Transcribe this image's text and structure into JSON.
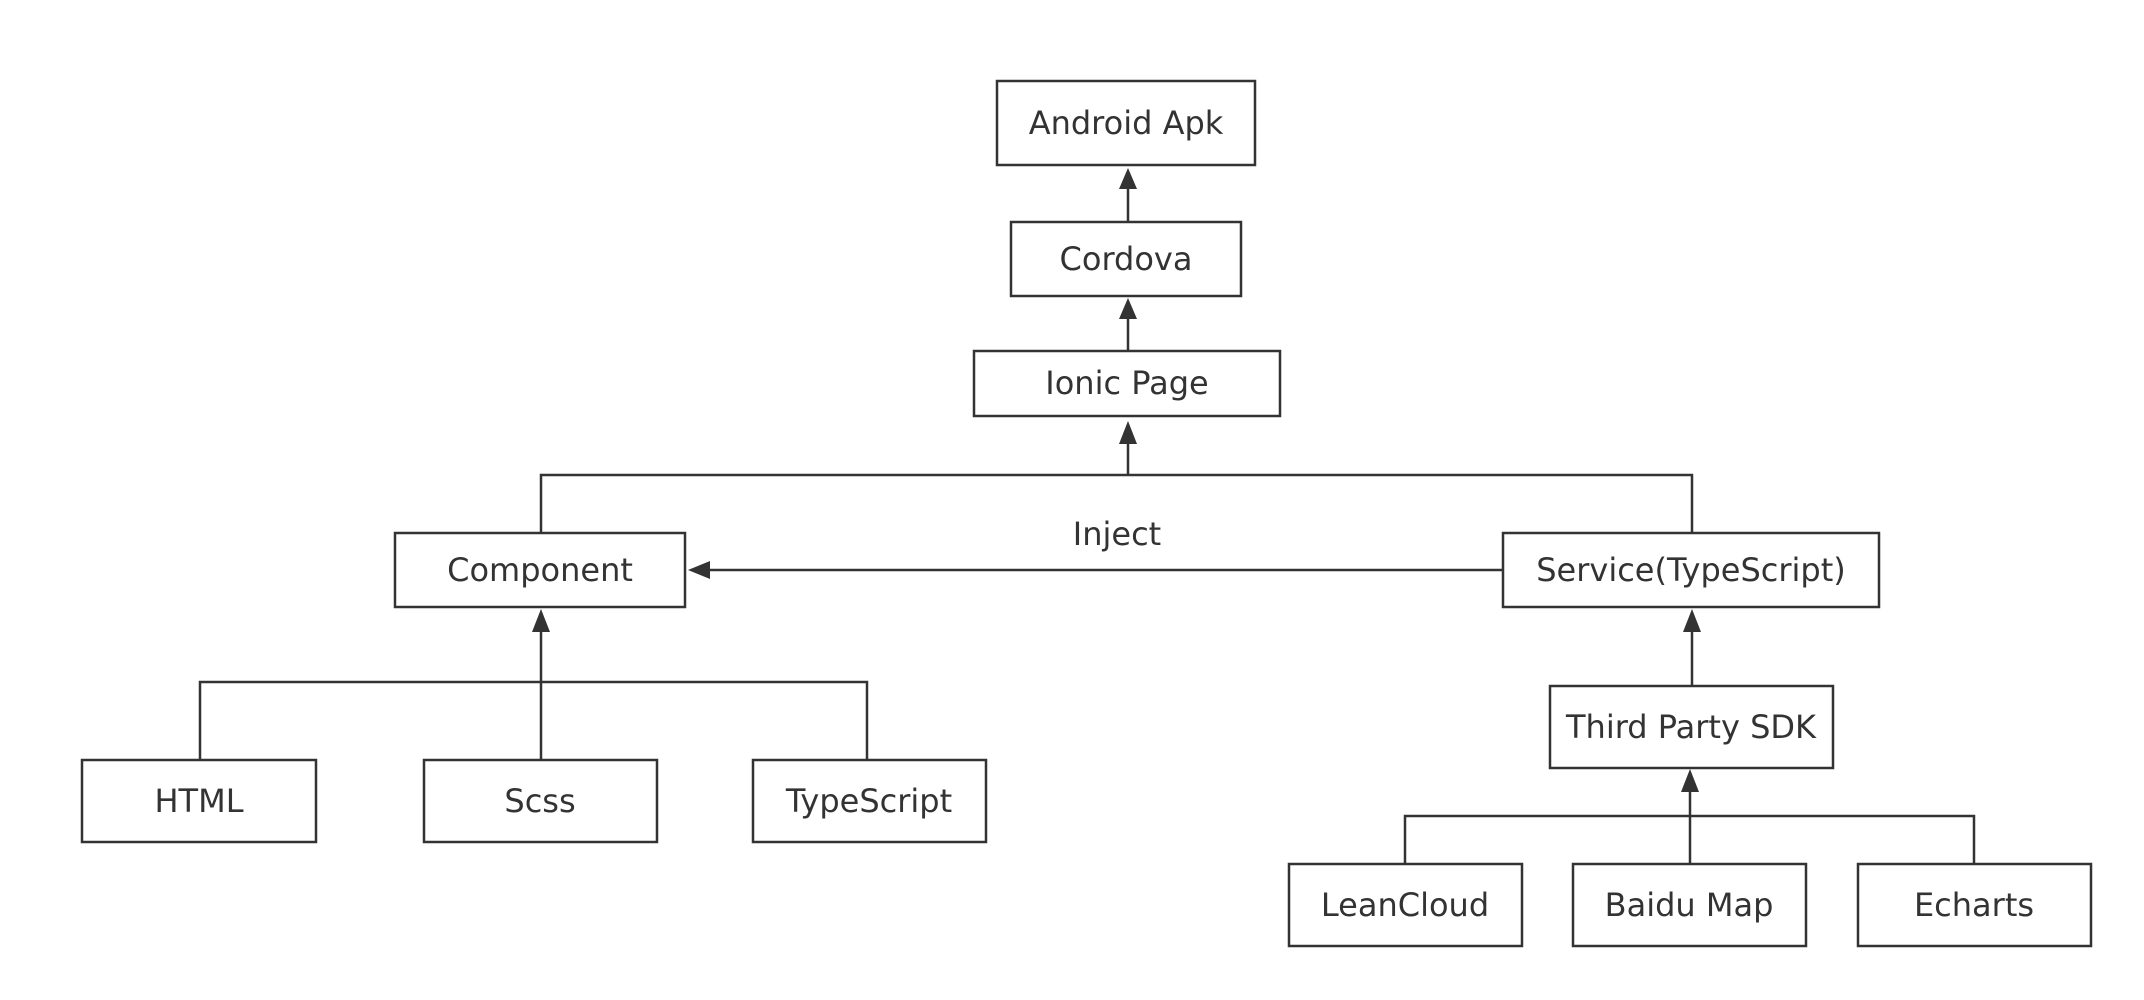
{
  "nodes": {
    "android_apk": "Android Apk",
    "cordova": "Cordova",
    "ionic_page": "Ionic Page",
    "component": "Component",
    "service": "Service(TypeScript)",
    "html": "HTML",
    "scss": "Scss",
    "typescript": "TypeScript",
    "third_party_sdk": "Third Party SDK",
    "leancloud": "LeanCloud",
    "baidu_map": "Baidu Map",
    "echarts": "Echarts"
  },
  "edges": {
    "inject_label": "Inject"
  },
  "colors": {
    "line": "#333333",
    "box_fill": "#ffffff",
    "background": "#ffffff"
  }
}
